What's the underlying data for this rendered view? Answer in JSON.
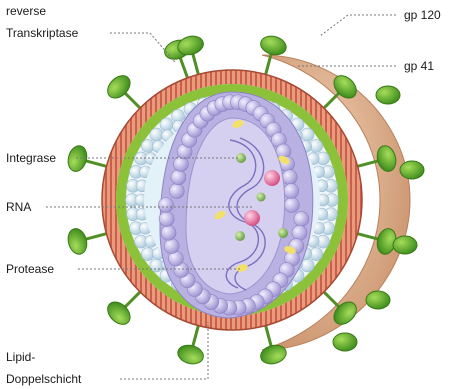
{
  "labels": {
    "reverse_transcriptase_line1": "reverse",
    "reverse_transcriptase_line2": "Transkriptase",
    "gp120": "gp 120",
    "gp41": "gp 41",
    "integrase": "Integrase",
    "rna": "RNA",
    "protease": "Protease",
    "lipid_line1": "Lipid-",
    "lipid_line2": "Doppelschicht"
  },
  "colors": {
    "membrane_outer": "#e48c6e",
    "membrane_stripe": "#c25a3e",
    "matrix_green": "#7fb52e",
    "spike_green": "#5fae2c",
    "capsid_blue": "#cfe6f2",
    "core_purple": "#b7aee0",
    "cut_face_tan": "#e6b995"
  },
  "icons": [
    "gp120-spike-icon",
    "gp41-stem-icon",
    "rna-strand-icon",
    "enzyme-particle-icon"
  ]
}
